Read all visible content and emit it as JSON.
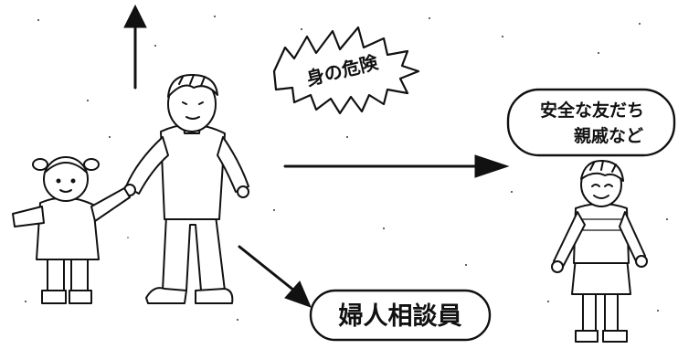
{
  "labels": {
    "danger": "身の危険",
    "safe_line1": "安全な友だち",
    "safe_line2": "親戚など",
    "counselor": "婦人相談員"
  },
  "colors": {
    "ink": "#111111",
    "paper": "#ffffff"
  },
  "figures": [
    "mother-figure",
    "child-figure",
    "friend-figure"
  ],
  "icons": [
    "up-arrow-icon",
    "right-arrow-icon",
    "down-right-arrow-icon",
    "danger-burst-icon"
  ]
}
